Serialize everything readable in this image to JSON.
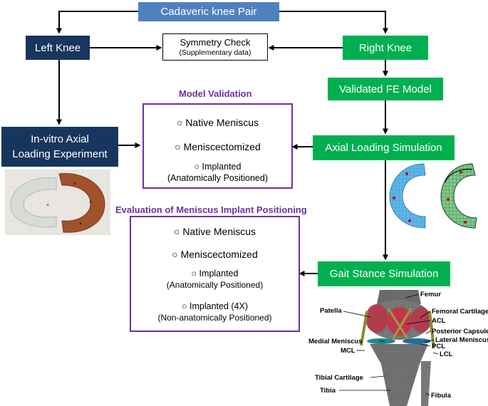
{
  "flow": {
    "top": "Cadaveric knee Pair",
    "left_knee": "Left Knee",
    "right_knee": "Right Knee",
    "symmetry_line1": "Symmetry Check",
    "symmetry_line2": "(Supplementary data)",
    "validated_fe": "Validated FE Model",
    "invitro_line1": "In-vitro Axial",
    "invitro_line2": "Loading Experiment",
    "axial_sim": "Axial Loading Simulation",
    "gait_sim": "Gait Stance Simulation"
  },
  "validation": {
    "title": "Model Validation",
    "item1": "○ Native Meniscus",
    "item2": "○ Meniscectomized",
    "item3_line1": "○ Implanted",
    "item3_line2": "(Anatomically Positioned)"
  },
  "evaluation": {
    "title": "Evaluation of Meniscus Implant Positioning",
    "item1": "○ Native Meniscus",
    "item2": "○ Meniscectomized",
    "item3_line1": "○ Implanted",
    "item3_line2": "(Anatomically Positioned)",
    "item4_line1": "○ Implanted (4X)",
    "item4_line2": "(Non-anatomically Positioned)"
  },
  "knee_labels": {
    "femur": "Femur",
    "patella": "Patella",
    "femoral_cartilage": "Femoral Cartilage",
    "acl": "ACL",
    "posterior_capsule": "Posterior Capsule",
    "lateral_meniscus": "Lateral Meniscus",
    "medial_meniscus": "Medial Meniscus",
    "pcl": "PCL",
    "mcl": "MCL",
    "lcl": "LCL",
    "tibial_cartilage": "Tibial Cartilage",
    "tibia": "Tibia",
    "fibula": "Fibula"
  },
  "colors": {
    "blue_light": "#4f81bd",
    "navy": "#17365d",
    "green": "#00b050",
    "purple": "#7030a0"
  }
}
